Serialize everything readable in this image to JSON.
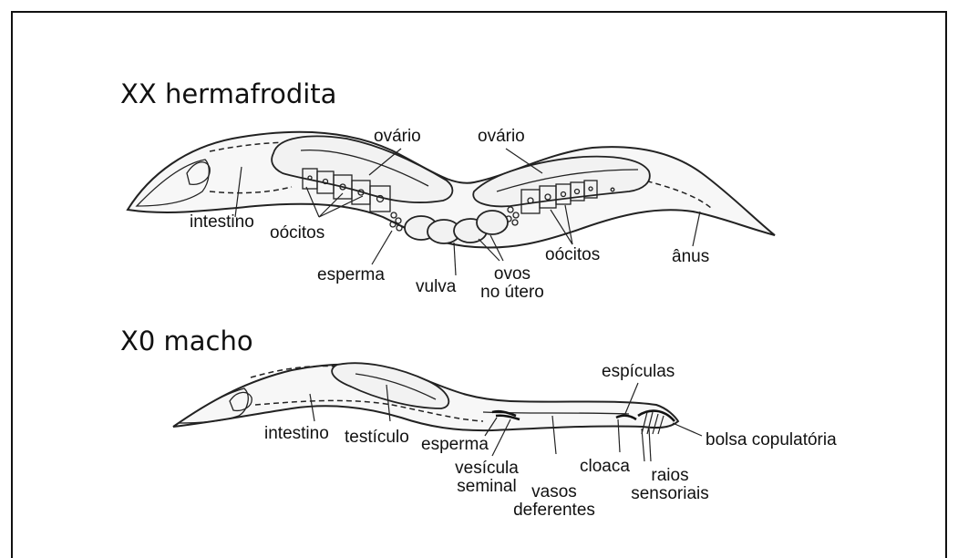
{
  "hermaphrodite": {
    "title": "XX hermafrodita",
    "labels": {
      "ovary_left": "ovário",
      "ovary_right": "ovário",
      "intestine": "intestino",
      "oocytes_left": "oócitos",
      "sperm": "esperma",
      "vulva": "vulva",
      "eggs_line1": "ovos",
      "eggs_line2": "no útero",
      "oocytes_right": "oócitos",
      "anus": "ânus"
    }
  },
  "male": {
    "title": "X0 macho",
    "labels": {
      "intestine": "intestino",
      "testis": "testículo",
      "sperm": "esperma",
      "vesicle_line1": "vesícula",
      "vesicle_line2": "seminal",
      "vasa_line1": "vasos",
      "vasa_line2": "deferentes",
      "cloaca": "cloaca",
      "spicules": "espículas",
      "rays_line1": "raios",
      "rays_line2": "sensoriais",
      "bursa": "bolsa copulatória"
    }
  }
}
